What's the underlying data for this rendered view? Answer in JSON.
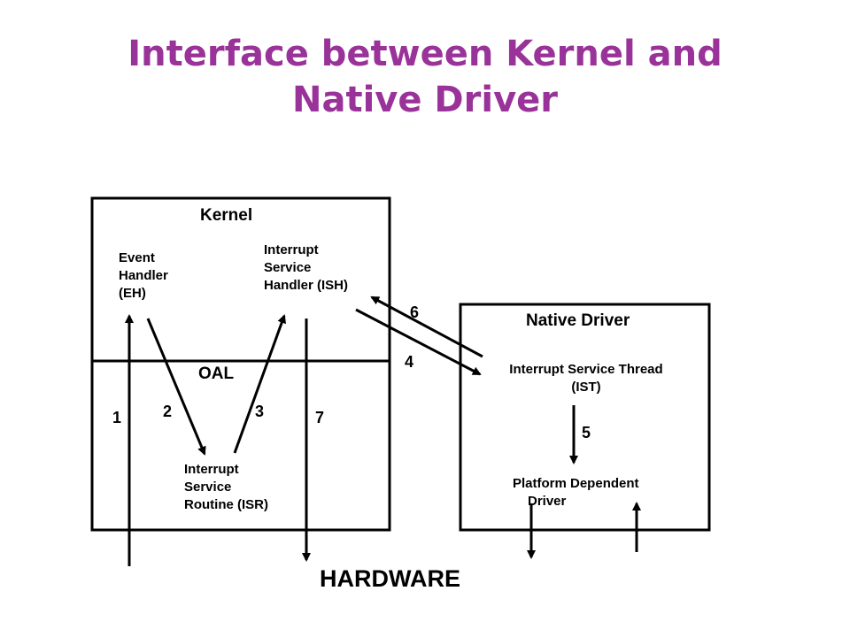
{
  "title": {
    "line1": "Interface between Kernel and",
    "line2": "Native Driver"
  },
  "kernel_box": {
    "label": "Kernel",
    "oal_label": "OAL",
    "event_handler": [
      "Event",
      "Handler",
      "(EH)"
    ],
    "ish": [
      "Interrupt",
      "Service",
      "Handler (ISH)"
    ],
    "isr": [
      "Interrupt",
      "Service",
      "Routine (ISR)"
    ]
  },
  "native_box": {
    "label": "Native Driver",
    "ist": [
      "Interrupt Service Thread",
      "(IST)"
    ],
    "pdd": [
      "Platform Dependent",
      "Driver"
    ]
  },
  "hardware_label": "HARDWARE",
  "steps": {
    "one": "1",
    "two": "2",
    "three": "3",
    "four": "4",
    "five": "5",
    "six": "6",
    "seven": "7"
  },
  "colors": {
    "title": "#993399",
    "lines": "#000000",
    "background": "#ffffff"
  }
}
